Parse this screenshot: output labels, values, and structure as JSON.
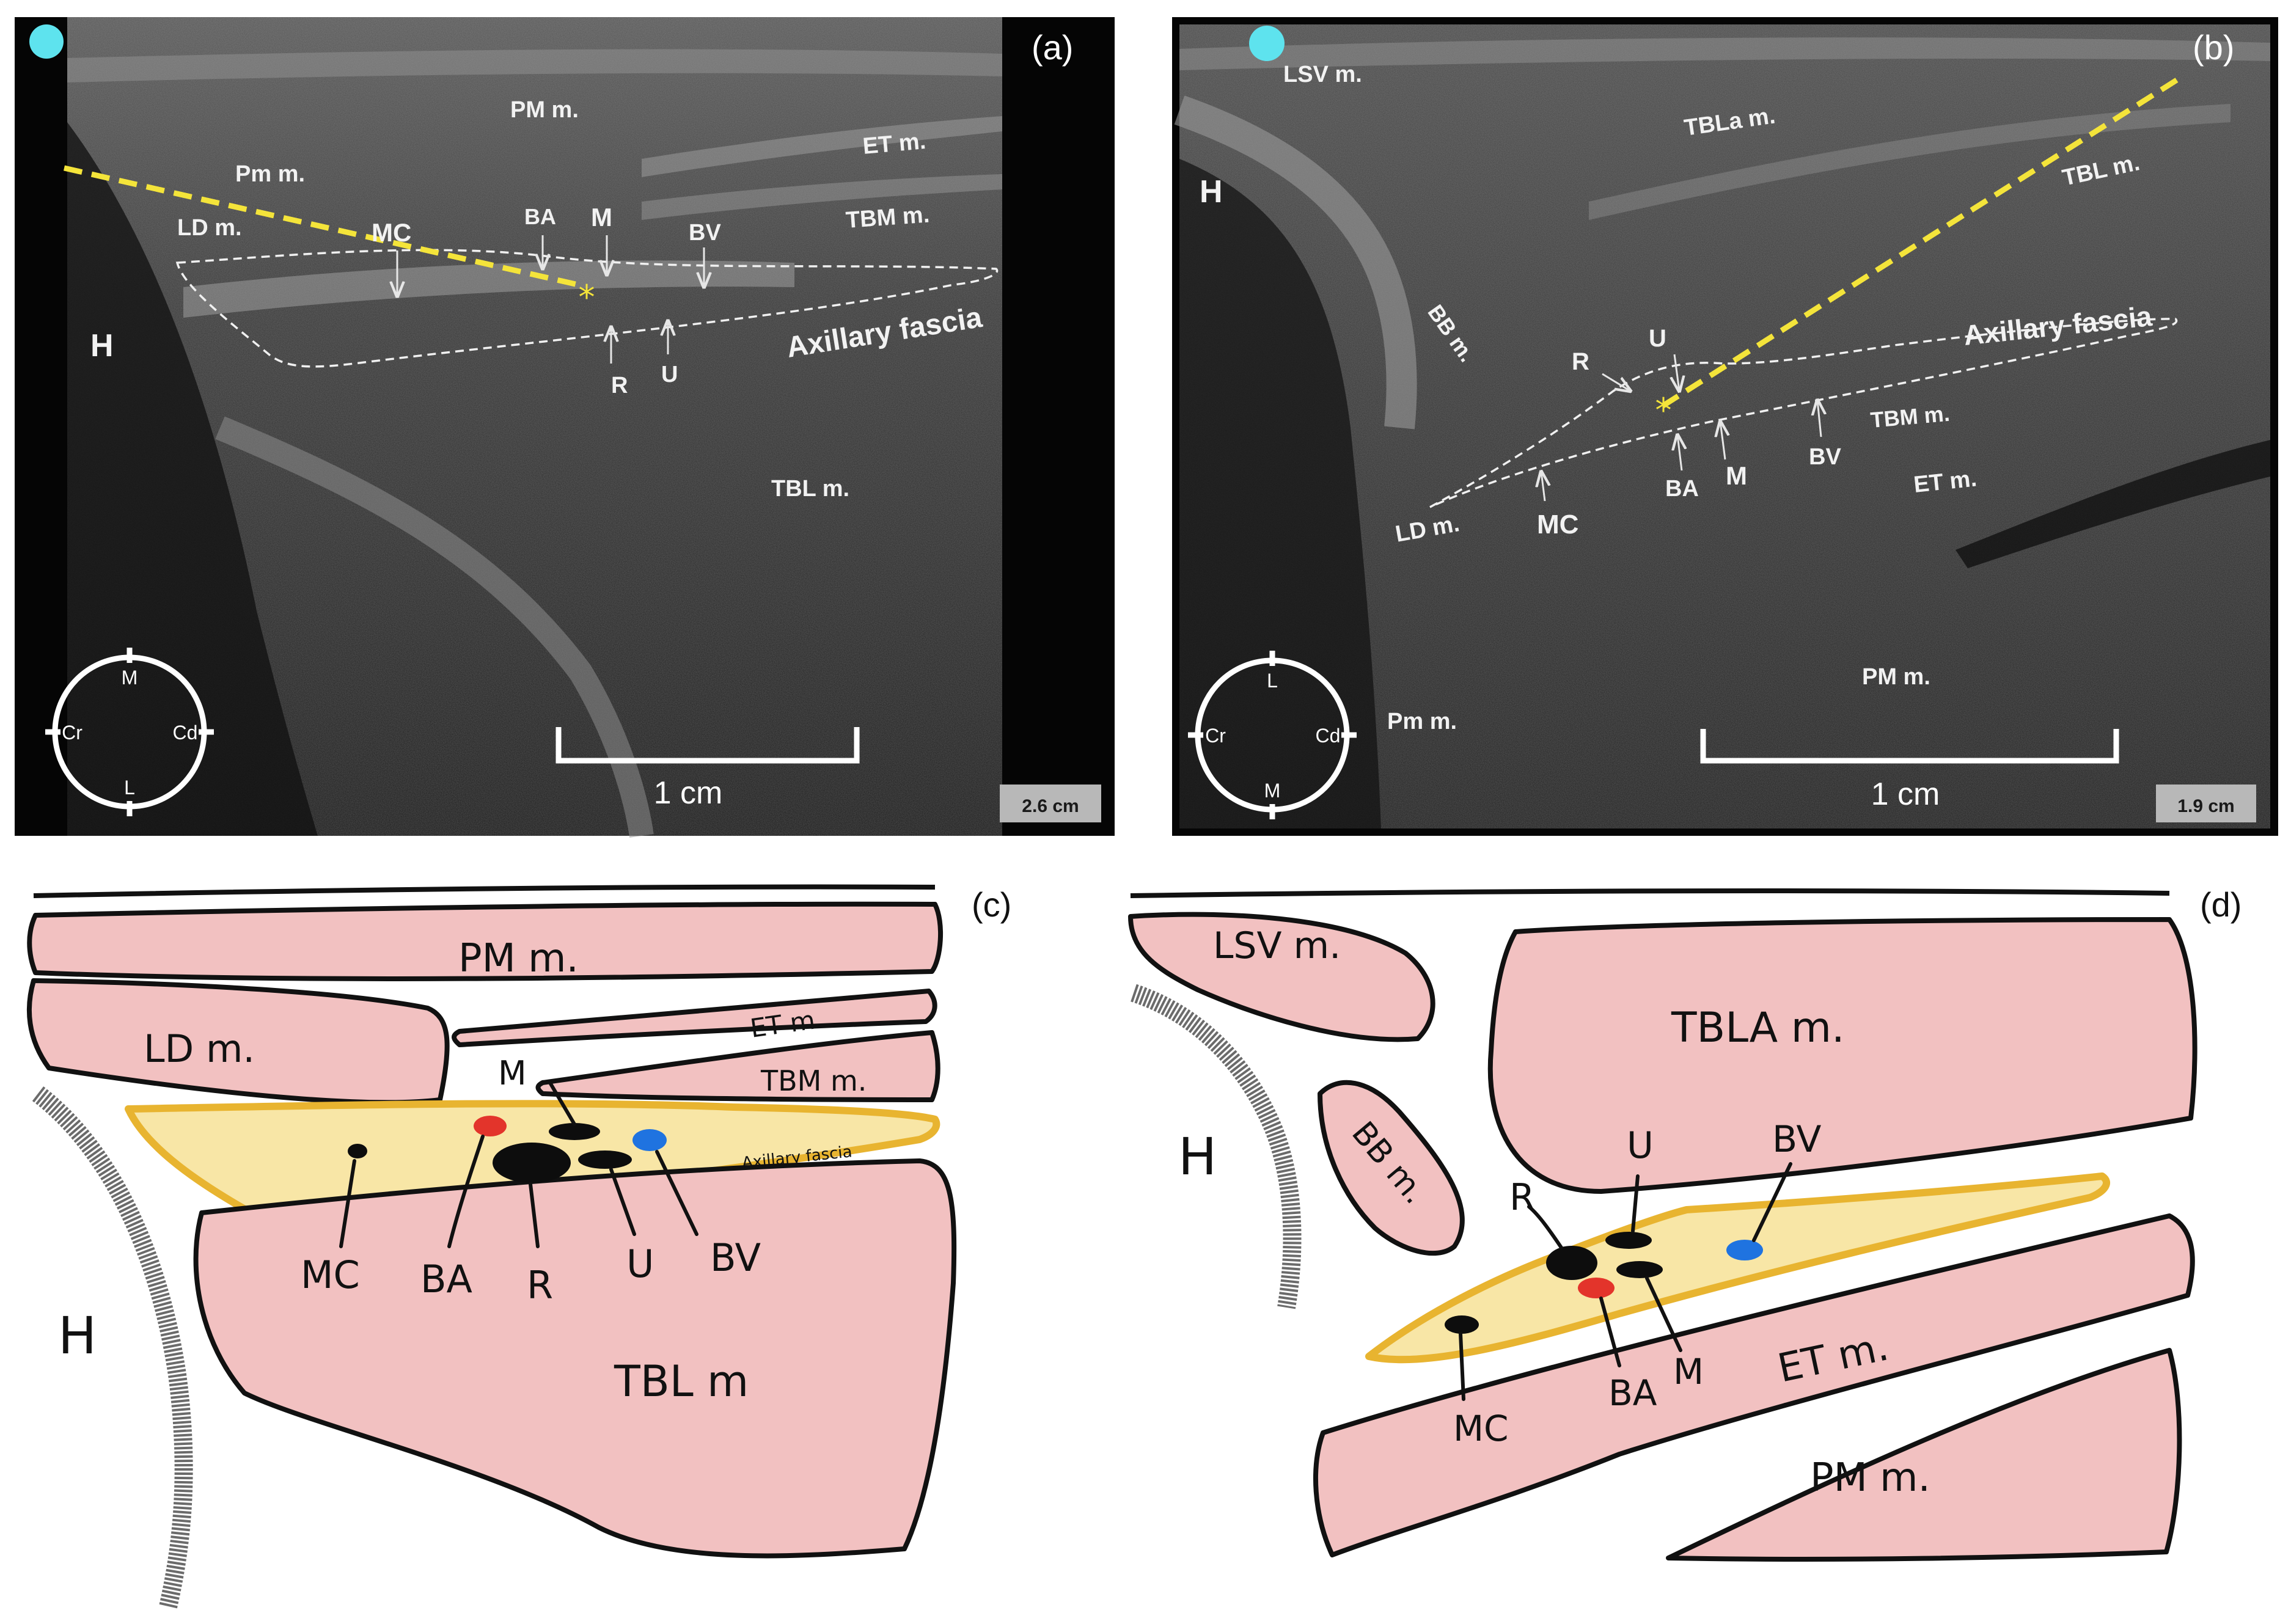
{
  "colors": {
    "muscle_fill": "#f2c1c1",
    "fascia_fill": "#f8e6a6",
    "fascia_stroke": "#e8b430",
    "needle": "#f4e43a",
    "indicator_dot": "#5ee3ee",
    "artery": "#e3342b",
    "vein": "#1f73e0",
    "nerve": "#0d0d0d"
  },
  "panel_a": {
    "letter": "(a)",
    "depth": "2.6 cm",
    "scale": "1 cm",
    "injection": "*",
    "compass": {
      "top": "M",
      "bottom": "L",
      "left": "Cr",
      "right": "Cd"
    },
    "labels": {
      "pm_major": "PM m.",
      "pm_minor": "Pm m.",
      "et": "ET m.",
      "tbm": "TBM m.",
      "ld": "LD m.",
      "mc": "MC",
      "ba": "BA",
      "m": "M",
      "bv": "BV",
      "fascia": "Axillary fascia",
      "r": "R",
      "u": "U",
      "h": "H",
      "tbl": "TBL m."
    }
  },
  "panel_b": {
    "letter": "(b)",
    "depth": "1.9 cm",
    "scale": "1 cm",
    "injection": "*",
    "compass": {
      "top": "L",
      "bottom": "M",
      "left": "Cr",
      "right": "Cd"
    },
    "labels": {
      "lsv": "LSV m.",
      "tbla": "TBLa m.",
      "tbl": "TBL m.",
      "h": "H",
      "bb": "BB m.",
      "r": "R",
      "u": "U",
      "fascia": "Axillary fascia",
      "tbm": "TBM m.",
      "bv": "BV",
      "ba": "BA",
      "m": "M",
      "et": "ET m.",
      "ld": "LD m.",
      "mc": "MC",
      "pm_major": "PM m.",
      "pm_minor": "Pm m."
    }
  },
  "panel_c": {
    "letter": "(c)",
    "labels": {
      "pm": "PM m.",
      "ld": "LD m.",
      "et": "ET m.",
      "tbm": "TBM m.",
      "m": "M",
      "fascia": "Axillary fascia",
      "mc": "MC",
      "ba": "BA",
      "r": "R",
      "u": "U",
      "bv": "BV",
      "h": "H",
      "tbl": "TBL m"
    }
  },
  "panel_d": {
    "letter": "(d)",
    "labels": {
      "lsv": "LSV m.",
      "tbla": "TBLA m.",
      "h": "H",
      "bb": "BB m.",
      "u": "U",
      "bv": "BV",
      "r": "R",
      "mc": "MC",
      "ba": "BA",
      "m": "M",
      "et": "ET m.",
      "pm": "PM m."
    }
  }
}
